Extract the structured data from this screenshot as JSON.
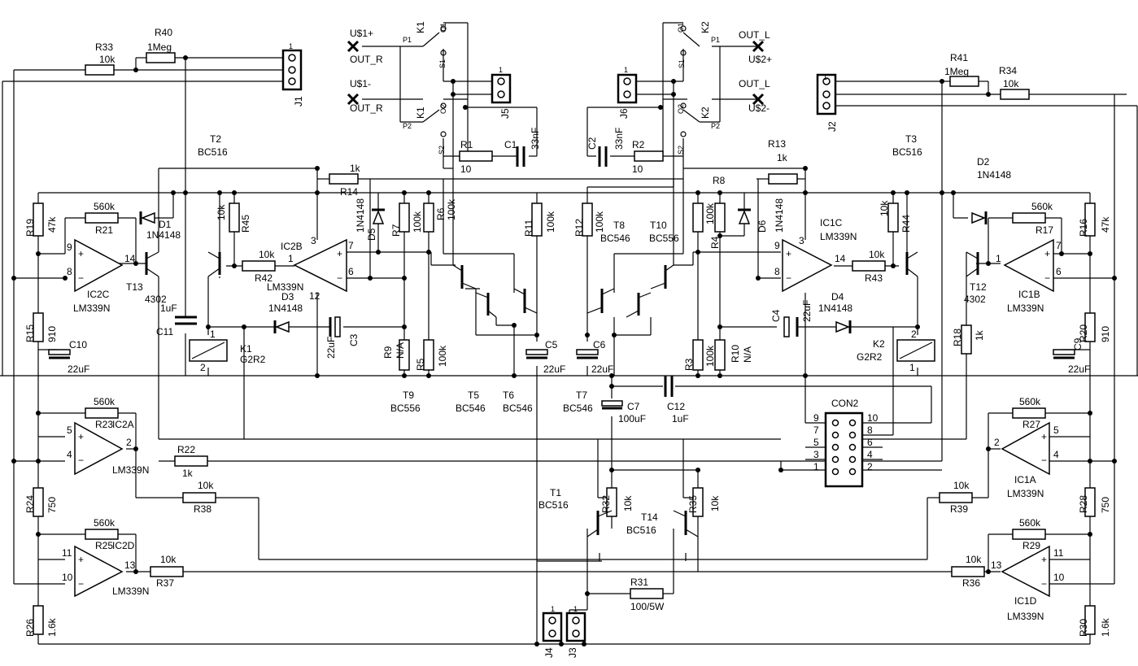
{
  "labels": [
    {
      "id": "R33",
      "t": "R33"
    },
    {
      "id": "R33v",
      "t": "10k"
    },
    {
      "id": "R40",
      "t": "R40"
    },
    {
      "id": "R40v",
      "t": "1Meg"
    },
    {
      "id": "J1",
      "t": "J1"
    },
    {
      "id": "J1p1",
      "t": "1"
    },
    {
      "id": "R41",
      "t": "R41"
    },
    {
      "id": "R41v",
      "t": "1Meg"
    },
    {
      "id": "R34",
      "t": "R34"
    },
    {
      "id": "R34v",
      "t": "10k"
    },
    {
      "id": "J2",
      "t": "J2"
    },
    {
      "id": "J2p1",
      "t": "1"
    },
    {
      "id": "U1p",
      "t": "U$1+"
    },
    {
      "id": "OUTR1",
      "t": "OUT_R"
    },
    {
      "id": "U1m",
      "t": "U$1-"
    },
    {
      "id": "OUTR2",
      "t": "OUT_R"
    },
    {
      "id": "K1a",
      "t": "K1"
    },
    {
      "id": "P1a",
      "t": "P1"
    },
    {
      "id": "O1a",
      "t": "O1"
    },
    {
      "id": "S1a",
      "t": "S1"
    },
    {
      "id": "K1b",
      "t": "K1"
    },
    {
      "id": "P2a",
      "t": "P2"
    },
    {
      "id": "O2a",
      "t": "O2"
    },
    {
      "id": "S2a",
      "t": "S2"
    },
    {
      "id": "J5",
      "t": "J5"
    },
    {
      "id": "J5p1",
      "t": "1"
    },
    {
      "id": "R1",
      "t": "R1"
    },
    {
      "id": "R1v",
      "t": "10"
    },
    {
      "id": "C1",
      "t": "C1"
    },
    {
      "id": "C1v",
      "t": "33nF"
    },
    {
      "id": "OUTL1",
      "t": "OUT_L"
    },
    {
      "id": "U2p",
      "t": "U$2+"
    },
    {
      "id": "OUTL2",
      "t": "OUT_L"
    },
    {
      "id": "U2m",
      "t": "U$2-"
    },
    {
      "id": "K2a",
      "t": "K2"
    },
    {
      "id": "P1b",
      "t": "P1"
    },
    {
      "id": "O1b",
      "t": "O1"
    },
    {
      "id": "S1b",
      "t": "S1"
    },
    {
      "id": "K2b",
      "t": "K2"
    },
    {
      "id": "P2b",
      "t": "P2"
    },
    {
      "id": "O2b",
      "t": "O2"
    },
    {
      "id": "S2b",
      "t": "S2"
    },
    {
      "id": "J6",
      "t": "J6"
    },
    {
      "id": "J6p1",
      "t": "1"
    },
    {
      "id": "C2",
      "t": "C2"
    },
    {
      "id": "C2v",
      "t": "33nF"
    },
    {
      "id": "R2",
      "t": "R2"
    },
    {
      "id": "R2v",
      "t": "10"
    },
    {
      "id": "T2",
      "t": "T2"
    },
    {
      "id": "T2v",
      "t": "BC516"
    },
    {
      "id": "R14v",
      "t": "1k"
    },
    {
      "id": "R14",
      "t": "R14"
    },
    {
      "id": "R13",
      "t": "R13"
    },
    {
      "id": "R13v",
      "t": "1k"
    },
    {
      "id": "R8",
      "t": "R8"
    },
    {
      "id": "T3",
      "t": "T3"
    },
    {
      "id": "T3v",
      "t": "BC516"
    },
    {
      "id": "D2",
      "t": "D2"
    },
    {
      "id": "D2v",
      "t": "1N4148"
    },
    {
      "id": "R19",
      "t": "R19"
    },
    {
      "id": "R19v",
      "t": "47k"
    },
    {
      "id": "R21v",
      "t": "560k"
    },
    {
      "id": "R21",
      "t": "R21"
    },
    {
      "id": "D1",
      "t": "D1"
    },
    {
      "id": "D1v",
      "t": "1N4148"
    },
    {
      "id": "R45v",
      "t": "10k"
    },
    {
      "id": "R45",
      "t": "R45"
    },
    {
      "id": "IC2B",
      "t": "IC2B"
    },
    {
      "id": "R42v",
      "t": "10k"
    },
    {
      "id": "R42",
      "t": "R42"
    },
    {
      "id": "IC2Bv",
      "t": "LM339N"
    },
    {
      "id": "D3",
      "t": "D3"
    },
    {
      "id": "D3v",
      "t": "1N4148"
    },
    {
      "id": "D5",
      "t": "D5"
    },
    {
      "id": "D5v",
      "t": "1N4148"
    },
    {
      "id": "R7",
      "t": "R7"
    },
    {
      "id": "R7v",
      "t": "100k"
    },
    {
      "id": "R6",
      "t": "R6"
    },
    {
      "id": "R6v",
      "t": "100k"
    },
    {
      "id": "R11",
      "t": "R11"
    },
    {
      "id": "R11v",
      "t": "100k"
    },
    {
      "id": "R12",
      "t": "R12"
    },
    {
      "id": "R12v",
      "t": "100k"
    },
    {
      "id": "T8",
      "t": "T8"
    },
    {
      "id": "T8v",
      "t": "BC546"
    },
    {
      "id": "T10",
      "t": "T10"
    },
    {
      "id": "T10v",
      "t": "BC556"
    },
    {
      "id": "R4",
      "t": "R4"
    },
    {
      "id": "R4v",
      "t": "100k"
    },
    {
      "id": "R44v",
      "t": "10k"
    },
    {
      "id": "R44",
      "t": "R44"
    },
    {
      "id": "D6",
      "t": "D6"
    },
    {
      "id": "D6v",
      "t": "1N4148"
    },
    {
      "id": "IC1C",
      "t": "IC1C"
    },
    {
      "id": "IC1Cv",
      "t": "LM339N"
    },
    {
      "id": "R17v",
      "t": "560k"
    },
    {
      "id": "R17",
      "t": "R17"
    },
    {
      "id": "R16",
      "t": "R16"
    },
    {
      "id": "R16v",
      "t": "47k"
    },
    {
      "id": "IC2C",
      "t": "IC2C"
    },
    {
      "id": "IC2Cv",
      "t": "LM339N"
    },
    {
      "id": "T13",
      "t": "T13"
    },
    {
      "id": "T13v",
      "t": "4302"
    },
    {
      "id": "C11v",
      "t": "1uF"
    },
    {
      "id": "C11",
      "t": "C11"
    },
    {
      "id": "R15",
      "t": "R15"
    },
    {
      "id": "R15v",
      "t": "910"
    },
    {
      "id": "C10",
      "t": "C10"
    },
    {
      "id": "C10v",
      "t": "22uF"
    },
    {
      "id": "K1c",
      "t": "K1"
    },
    {
      "id": "K1v",
      "t": "G2R2"
    },
    {
      "id": "C3v",
      "t": "22uF"
    },
    {
      "id": "C3",
      "t": "C3"
    },
    {
      "id": "R9",
      "t": "R9"
    },
    {
      "id": "R9v",
      "t": "N/A"
    },
    {
      "id": "R5",
      "t": "R5"
    },
    {
      "id": "R5v",
      "t": "100k"
    },
    {
      "id": "C5",
      "t": "C5"
    },
    {
      "id": "C5v",
      "t": "22uF"
    },
    {
      "id": "C6",
      "t": "C6"
    },
    {
      "id": "C6v",
      "t": "22uF"
    },
    {
      "id": "R3",
      "t": "R3"
    },
    {
      "id": "R3v",
      "t": "100k"
    },
    {
      "id": "R10",
      "t": "R10"
    },
    {
      "id": "R10v",
      "t": "N/A"
    },
    {
      "id": "C4",
      "t": "C4"
    },
    {
      "id": "C4v",
      "t": "22uF"
    },
    {
      "id": "D4",
      "t": "D4"
    },
    {
      "id": "D4v",
      "t": "1N4148"
    },
    {
      "id": "R43v",
      "t": "10k"
    },
    {
      "id": "R43",
      "t": "R43"
    },
    {
      "id": "K2c",
      "t": "K2"
    },
    {
      "id": "K2v",
      "t": "G2R2"
    },
    {
      "id": "T12",
      "t": "T12"
    },
    {
      "id": "T12v",
      "t": "4302"
    },
    {
      "id": "IC1B",
      "t": "IC1B"
    },
    {
      "id": "IC1Bv",
      "t": "LM339N"
    },
    {
      "id": "R18",
      "t": "R18"
    },
    {
      "id": "R18v",
      "t": "1k"
    },
    {
      "id": "R20",
      "t": "R20"
    },
    {
      "id": "R20v",
      "t": "910"
    },
    {
      "id": "C9",
      "t": "C9"
    },
    {
      "id": "C9v",
      "t": "22uF"
    },
    {
      "id": "T9",
      "t": "T9"
    },
    {
      "id": "T9v",
      "t": "BC556"
    },
    {
      "id": "T5",
      "t": "T5"
    },
    {
      "id": "T5v",
      "t": "BC546"
    },
    {
      "id": "T6",
      "t": "T6"
    },
    {
      "id": "T6v",
      "t": "BC546"
    },
    {
      "id": "T7",
      "t": "T7"
    },
    {
      "id": "T7v",
      "t": "BC546"
    },
    {
      "id": "C7",
      "t": "C7"
    },
    {
      "id": "C7v",
      "t": "100uF"
    },
    {
      "id": "C12",
      "t": "C12"
    },
    {
      "id": "C12v",
      "t": "1uF"
    },
    {
      "id": "CON2",
      "t": "CON2"
    },
    {
      "id": "R23v",
      "t": "560k"
    },
    {
      "id": "R23",
      "t": "R23"
    },
    {
      "id": "IC2A",
      "t": "IC2A"
    },
    {
      "id": "IC2Av",
      "t": "LM339N"
    },
    {
      "id": "R22",
      "t": "R22"
    },
    {
      "id": "R22v",
      "t": "1k"
    },
    {
      "id": "R27v",
      "t": "560k"
    },
    {
      "id": "R27",
      "t": "R27"
    },
    {
      "id": "IC1A",
      "t": "IC1A"
    },
    {
      "id": "IC1Av",
      "t": "LM339N"
    },
    {
      "id": "R24",
      "t": "R24"
    },
    {
      "id": "R24v",
      "t": "750"
    },
    {
      "id": "R38v",
      "t": "10k"
    },
    {
      "id": "R38",
      "t": "R38"
    },
    {
      "id": "T1",
      "t": "T1"
    },
    {
      "id": "T1v",
      "t": "BC516"
    },
    {
      "id": "R32",
      "t": "R32"
    },
    {
      "id": "R32v",
      "t": "10k"
    },
    {
      "id": "R35",
      "t": "R35"
    },
    {
      "id": "R35v",
      "t": "10k"
    },
    {
      "id": "T14",
      "t": "T14"
    },
    {
      "id": "T14v",
      "t": "BC516"
    },
    {
      "id": "R39v",
      "t": "10k"
    },
    {
      "id": "R39",
      "t": "R39"
    },
    {
      "id": "R28",
      "t": "R28"
    },
    {
      "id": "R28v",
      "t": "750"
    },
    {
      "id": "R25v",
      "t": "560k"
    },
    {
      "id": "R25",
      "t": "R25"
    },
    {
      "id": "IC2D",
      "t": "IC2D"
    },
    {
      "id": "IC2Dv",
      "t": "LM339N"
    },
    {
      "id": "R37v",
      "t": "10k"
    },
    {
      "id": "R37",
      "t": "R37"
    },
    {
      "id": "R31",
      "t": "R31"
    },
    {
      "id": "R31v",
      "t": "100/5W"
    },
    {
      "id": "R36v",
      "t": "10k"
    },
    {
      "id": "R36",
      "t": "R36"
    },
    {
      "id": "R29v",
      "t": "560k"
    },
    {
      "id": "R29",
      "t": "R29"
    },
    {
      "id": "IC1D",
      "t": "IC1D"
    },
    {
      "id": "IC1Dv",
      "t": "LM339N"
    },
    {
      "id": "R26",
      "t": "R26"
    },
    {
      "id": "R26v",
      "t": "1.6k"
    },
    {
      "id": "R30",
      "t": "R30"
    },
    {
      "id": "R30v",
      "t": "1.6k"
    },
    {
      "id": "J4",
      "t": "J4"
    },
    {
      "id": "J3",
      "t": "J3"
    },
    {
      "id": "J4p1",
      "t": "1"
    },
    {
      "id": "J3p1",
      "t": "1"
    }
  ],
  "pins": [
    {
      "id": "p2c9",
      "t": "9"
    },
    {
      "id": "p2c8",
      "t": "8"
    },
    {
      "id": "p2c14",
      "t": "14"
    },
    {
      "id": "p2b1",
      "t": "1"
    },
    {
      "id": "p2b7",
      "t": "7"
    },
    {
      "id": "p2b6",
      "t": "6"
    },
    {
      "id": "p2b3",
      "t": "3"
    },
    {
      "id": "p2b12",
      "t": "12"
    },
    {
      "id": "p1c9",
      "t": "9"
    },
    {
      "id": "p1c8",
      "t": "8"
    },
    {
      "id": "p1c14",
      "t": "14"
    },
    {
      "id": "p1c3",
      "t": "3"
    },
    {
      "id": "p1b7",
      "t": "7"
    },
    {
      "id": "p1b6",
      "t": "6"
    },
    {
      "id": "p1b1",
      "t": "1"
    },
    {
      "id": "p2a5",
      "t": "5"
    },
    {
      "id": "p2a4",
      "t": "4"
    },
    {
      "id": "p2a2",
      "t": "2"
    },
    {
      "id": "p1a5",
      "t": "5"
    },
    {
      "id": "p1a4",
      "t": "4"
    },
    {
      "id": "p1a2",
      "t": "2"
    },
    {
      "id": "p2d11",
      "t": "11"
    },
    {
      "id": "p2d10",
      "t": "10"
    },
    {
      "id": "p2d13",
      "t": "13"
    },
    {
      "id": "p1d11",
      "t": "11"
    },
    {
      "id": "p1d10",
      "t": "10"
    },
    {
      "id": "p1d13",
      "t": "13"
    },
    {
      "id": "k1p1",
      "t": "1"
    },
    {
      "id": "k1p2",
      "t": "2"
    },
    {
      "id": "k2p2",
      "t": "2"
    },
    {
      "id": "k2p1",
      "t": "1"
    },
    {
      "id": "c9",
      "t": "9"
    },
    {
      "id": "c7",
      "t": "7"
    },
    {
      "id": "c5",
      "t": "5"
    },
    {
      "id": "c3",
      "t": "3"
    },
    {
      "id": "c1",
      "t": "1"
    },
    {
      "id": "c10",
      "t": "10"
    },
    {
      "id": "c8",
      "t": "8"
    },
    {
      "id": "c6",
      "t": "6"
    },
    {
      "id": "c4",
      "t": "4"
    },
    {
      "id": "c2",
      "t": "2"
    }
  ]
}
